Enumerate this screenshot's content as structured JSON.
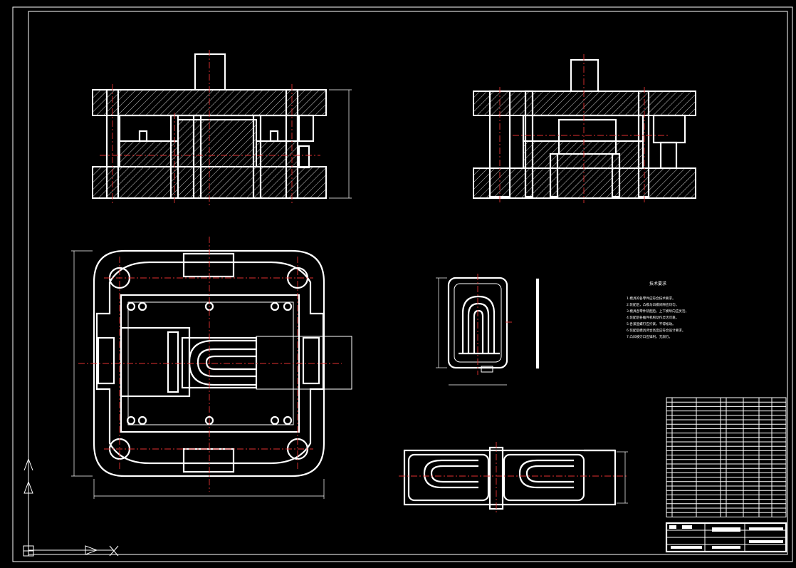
{
  "drawing": {
    "title": "",
    "background": "#000000",
    "line_color": "#ffffff",
    "centerline_color": "#e23030"
  },
  "views": [
    {
      "name": "front-section-view"
    },
    {
      "name": "side-section-view"
    },
    {
      "name": "top-view-lower-die"
    },
    {
      "name": "part-drawing"
    },
    {
      "name": "strip-layout"
    }
  ],
  "tech_requirements": {
    "heading": "技术要求",
    "lines": [
      "1.模具的各零件应符合技术要求。",
      "2.装配后，凸模与凹模间隙应均匀。",
      "3.模具各零件装配后，上下模导向应灵活。",
      "4.装配后各推件机构动作灵活可靠。",
      "5.各紧固螺钉应拧紧，不得松动。",
      "6.装配后模具闭合高度应符合设计要求。",
      "7.凸凹模刃口应锋利，无崩刃。"
    ]
  },
  "bom_rows": 27,
  "icons": {
    "ucs-y-arrow": "ucs-y-icon",
    "ucs-x-arrow": "ucs-x-icon",
    "ucs-origin": "ucs-origin-icon"
  }
}
